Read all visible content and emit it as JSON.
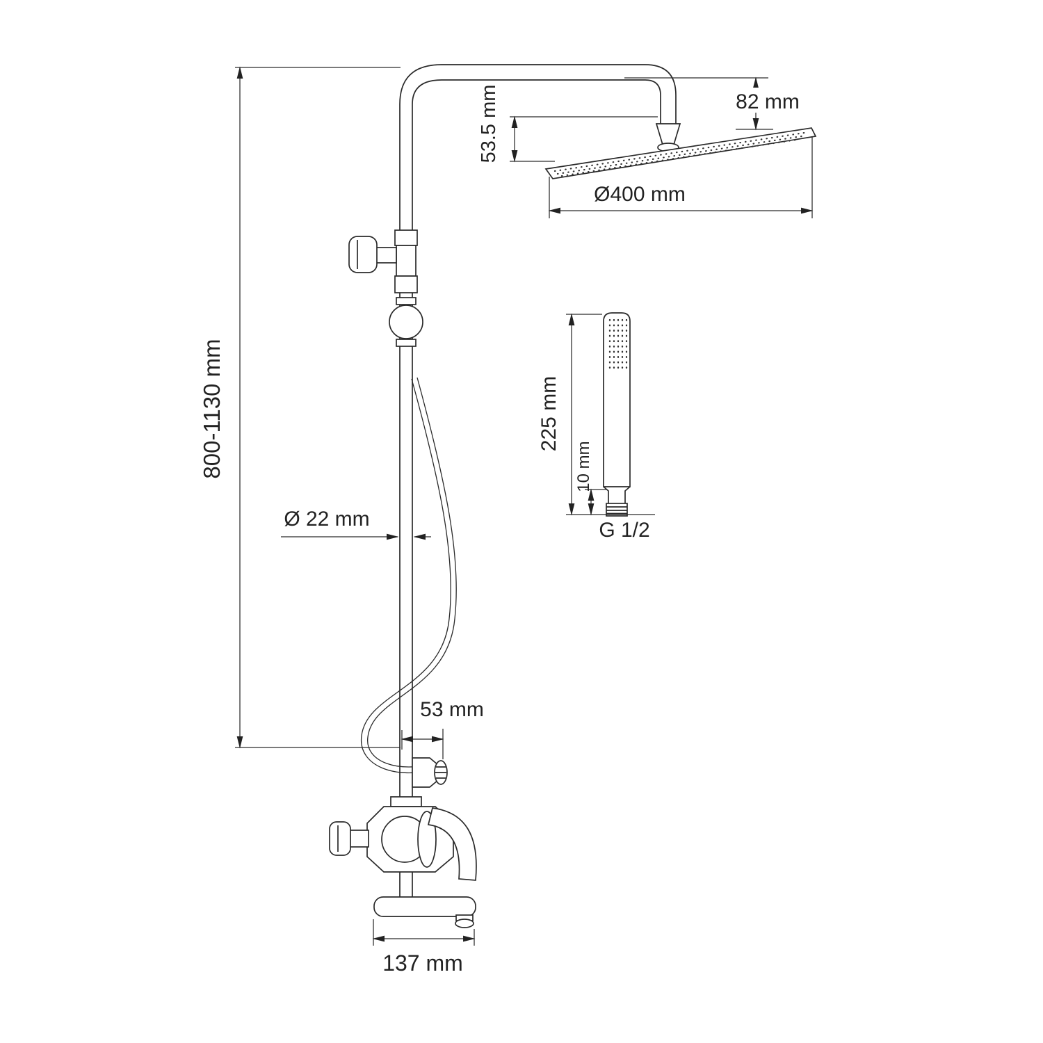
{
  "diagram": {
    "kind": "technical-drawing",
    "subject": "shower column system with rain shower head, hand shower and bath spout",
    "labels": {
      "overall_height": "800-1130 mm",
      "head_drop_height": "82 mm",
      "head_offset": "53.5 mm",
      "head_diameter": "Ø400 mm",
      "hand_shower_length": "225 mm",
      "hand_shower_thread_length": "10 mm",
      "thread_size": "G 1/2",
      "pipe_diameter": "Ø 22 mm",
      "outlet_offset": "53 mm",
      "spout_length": "137 mm"
    }
  }
}
